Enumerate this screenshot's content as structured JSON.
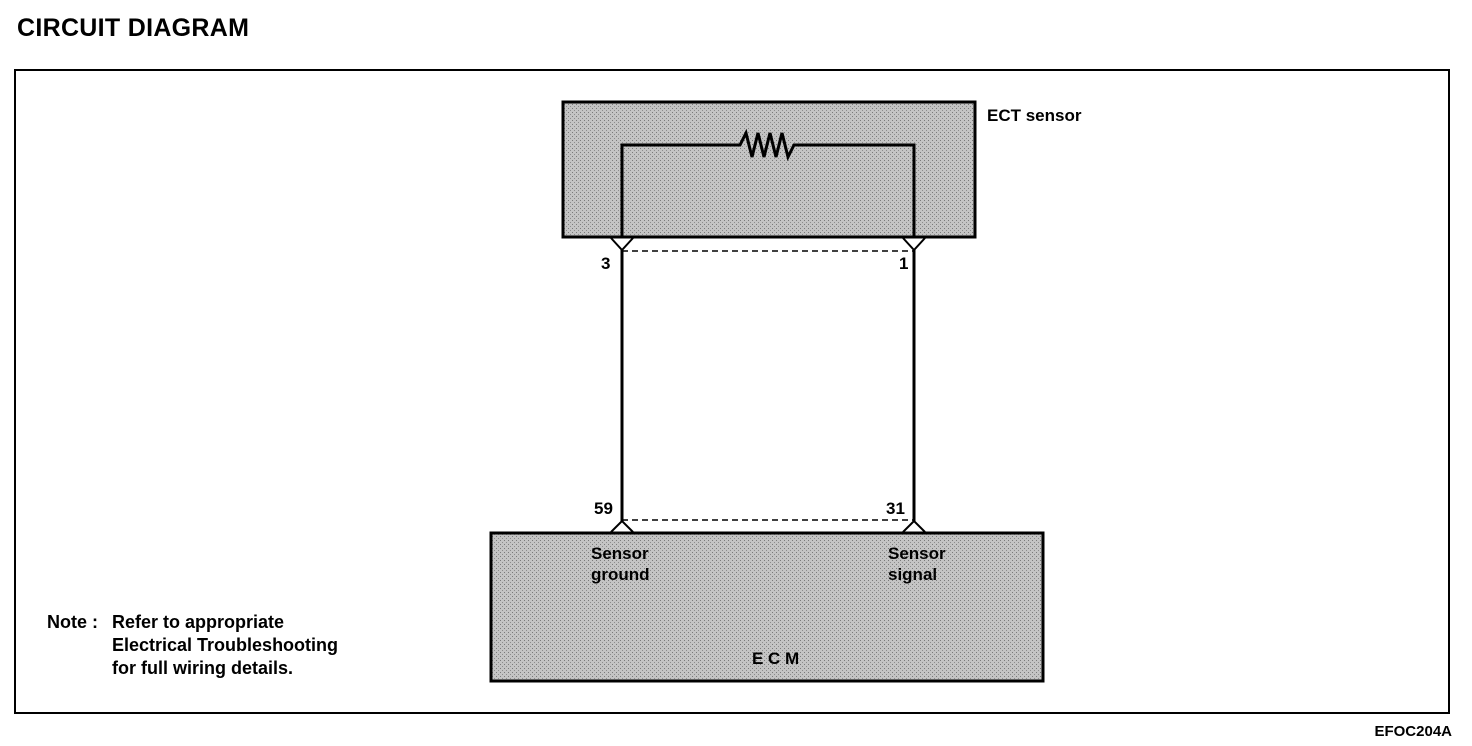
{
  "title": "CIRCUIT DIAGRAM",
  "sensor": {
    "label": "ECT sensor",
    "pin_left": "3",
    "pin_right": "1"
  },
  "ecm": {
    "label": "E C M",
    "pin_left": "59",
    "pin_right": "31",
    "left_label_1": "Sensor",
    "left_label_2": "ground",
    "right_label_1": "Sensor",
    "right_label_2": "signal"
  },
  "note": {
    "prefix": "Note :",
    "line1": "Refer to appropriate",
    "line2": "Electrical Troubleshooting",
    "line3": "for full wiring details."
  },
  "figure_code": "EFOC204A",
  "colors": {
    "fill": "#bdbdbd",
    "line": "#000000"
  }
}
